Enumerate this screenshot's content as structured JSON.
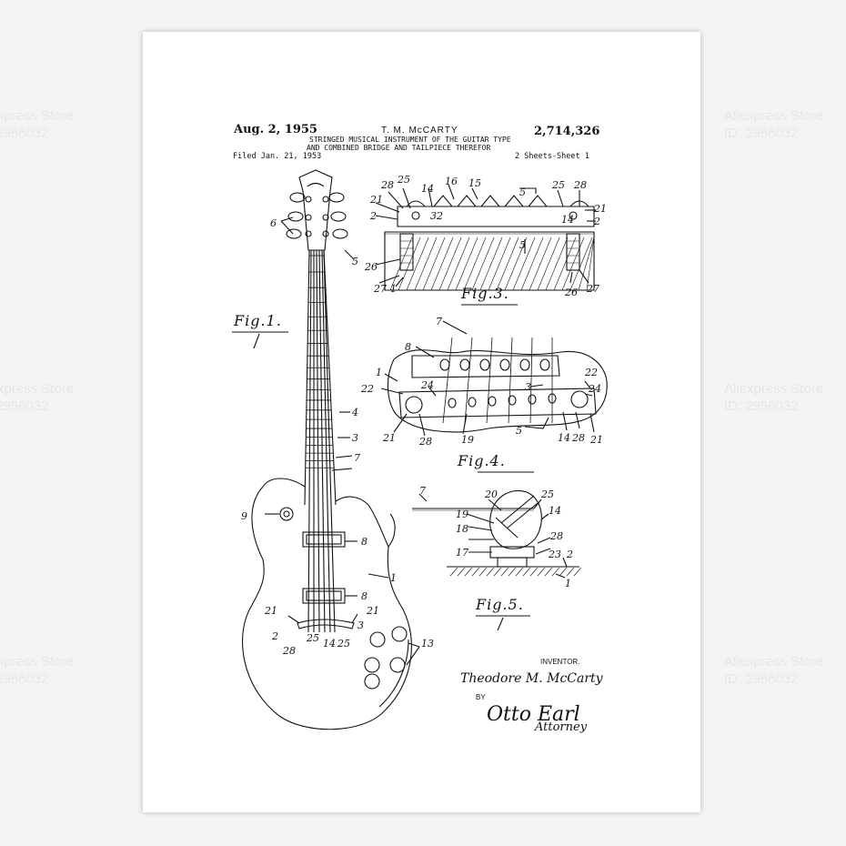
{
  "watermarks": [
    {
      "line1": "Aliexpress Store",
      "line2": "ID: 2956032"
    },
    {
      "line1": "Aliexpress Store",
      "line2": "ID: 2956032"
    },
    {
      "line1": "Aliexpress Store",
      "line2": "ID: 2956032"
    },
    {
      "line1": "Aliexpress Store",
      "line2": "ID: 2956032"
    },
    {
      "line1": "Aliexpress Store",
      "line2": "ID: 2956032"
    },
    {
      "line1": "Aliexpress Store",
      "line2": "ID: 2956032"
    },
    {
      "line1": "Aliexpress Store",
      "line2": "ID: 2956032"
    },
    {
      "line1": "Aliexpress Store",
      "line2": "ID: 2956032"
    },
    {
      "line1": "Aliexpress Store",
      "line2": "ID: 2956032"
    },
    {
      "line1": "Aliexpress Store",
      "line2": "ID: 2956032"
    },
    {
      "line1": "Aliexpress Store",
      "line2": "ID: 2956032"
    },
    {
      "line1": "Aliexpress Store",
      "line2": "ID: 2956032"
    }
  ],
  "patent": {
    "date": "Aug. 2, 1955",
    "inventor_header": "T. M. McCARTY",
    "number": "2,714,326",
    "title_line1": "STRINGED MUSICAL INSTRUMENT OF THE GUITAR TYPE",
    "title_line2": "AND COMBINED BRIDGE AND TAILPIECE THEREFOR",
    "filed": "Filed Jan. 21, 1953",
    "sheets": "2 Sheets-Sheet 1"
  },
  "figures": {
    "fig1": "Fig.1.",
    "fig3": "Fig.3.",
    "fig4": "Fig.4.",
    "fig5": "Fig.5."
  },
  "refs": {
    "guitar": [
      "6",
      "5",
      "4",
      "3",
      "7",
      "9",
      "8",
      "1",
      "8",
      "21",
      "21",
      "3",
      "2",
      "28",
      "25",
      "14",
      "25",
      "13"
    ],
    "fig3": [
      "28",
      "25",
      "14",
      "16",
      "15",
      "5",
      "25",
      "28",
      "21",
      "2",
      "32",
      "14",
      "21",
      "2",
      "5",
      "26",
      "27",
      "1",
      "26",
      "27"
    ],
    "fig4": [
      "7",
      "8",
      "1",
      "22",
      "24",
      "3",
      "22",
      "24",
      "21",
      "28",
      "19",
      "5",
      "14",
      "28",
      "21"
    ],
    "fig5": [
      "7",
      "20",
      "25",
      "14",
      "19",
      "18",
      "17",
      "28",
      "23",
      "2",
      "1"
    ]
  },
  "signature": {
    "inventor_label": "INVENTOR.",
    "inventor_name": "Theodore M. McCarty",
    "by": "BY",
    "attorney_sign": "Otto Earl",
    "attorney_label": "Attorney"
  }
}
